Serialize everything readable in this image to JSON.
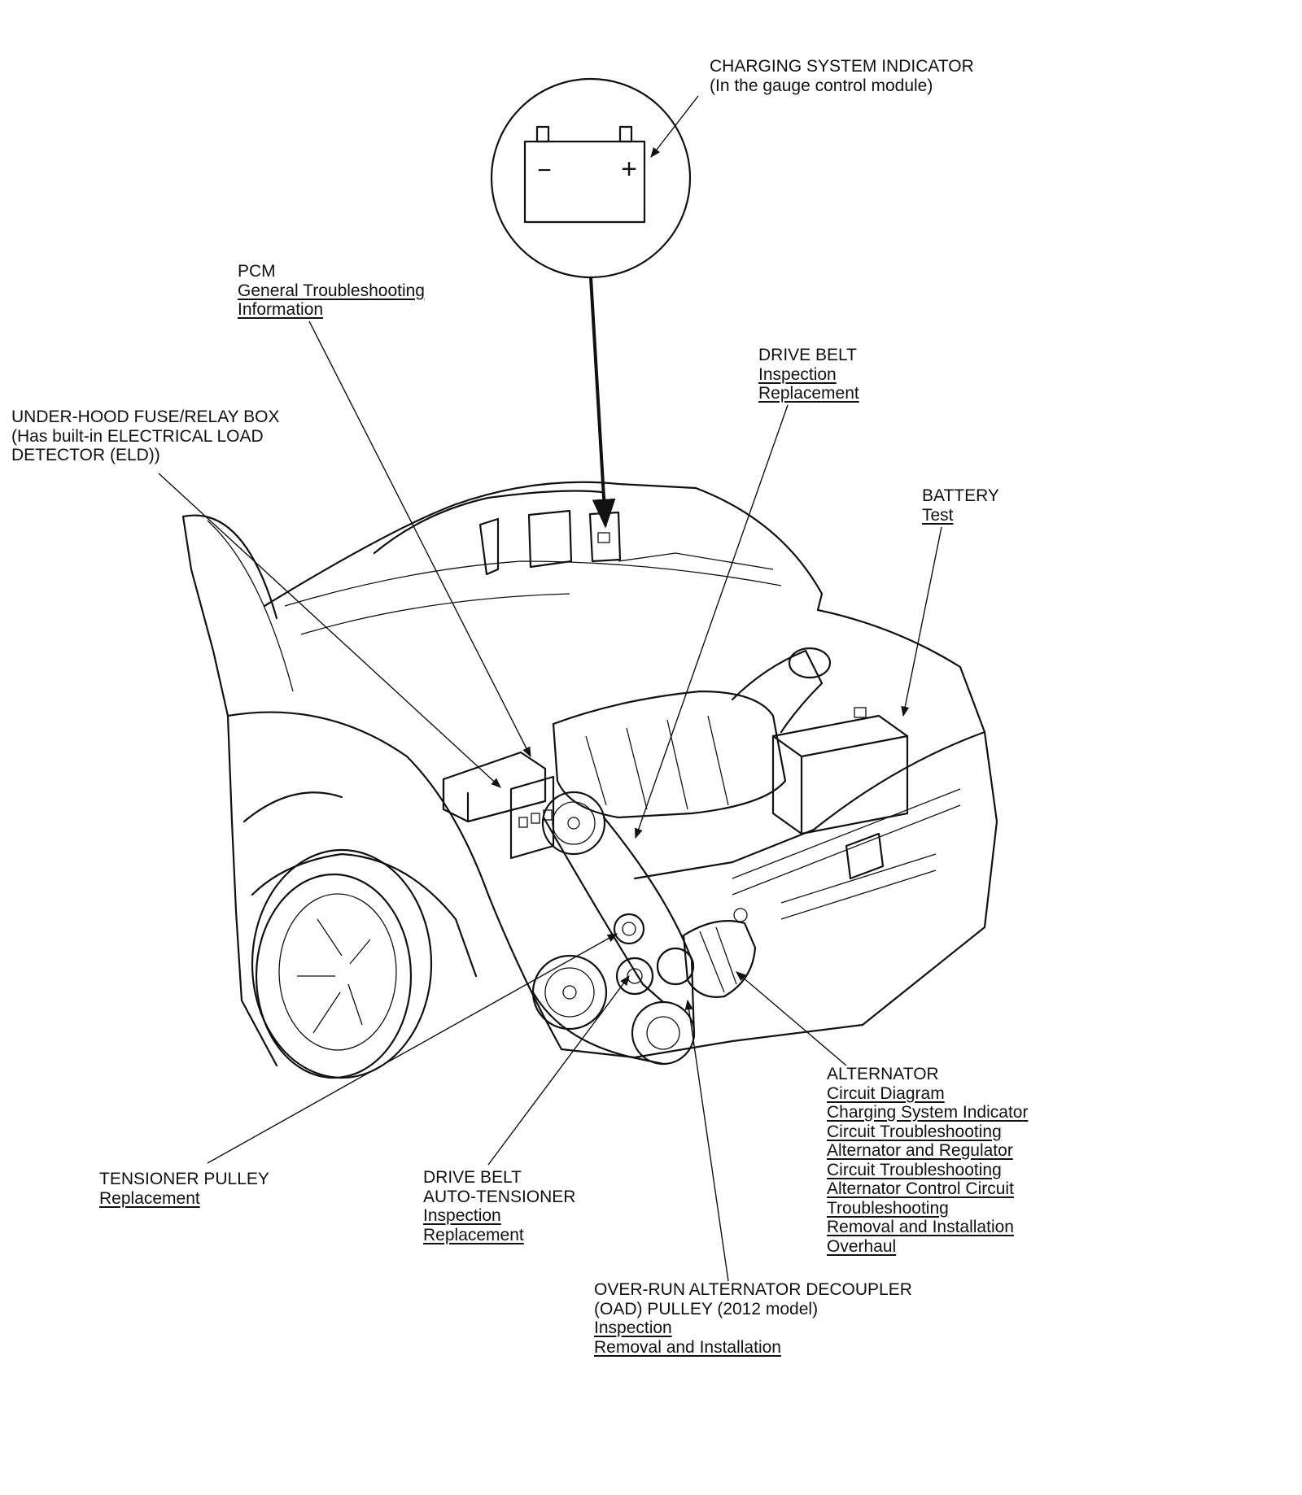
{
  "callouts": {
    "charging_indicator": {
      "lines": [
        "CHARGING SYSTEM INDICATOR",
        "(In the gauge control module)"
      ],
      "links": []
    },
    "pcm": {
      "lines": [
        "PCM"
      ],
      "links": [
        "General Troubleshooting",
        "Information"
      ]
    },
    "drive_belt_top": {
      "lines": [
        "DRIVE BELT"
      ],
      "links": [
        "Inspection",
        "Replacement"
      ]
    },
    "under_hood_fuse": {
      "lines": [
        "UNDER-HOOD FUSE/RELAY BOX",
        "(Has built-in ELECTRICAL LOAD",
        "DETECTOR (ELD))"
      ],
      "links": []
    },
    "battery": {
      "lines": [
        "BATTERY"
      ],
      "links": [
        "Test"
      ]
    },
    "alternator": {
      "lines": [
        "ALTERNATOR"
      ],
      "links": [
        "Circuit Diagram",
        "Charging System Indicator",
        "Circuit Troubleshooting",
        "Alternator and Regulator",
        "Circuit Troubleshooting",
        "Alternator Control Circuit",
        "Troubleshooting",
        "Removal and Installation",
        "Overhaul"
      ]
    },
    "tensioner_pulley": {
      "lines": [
        "TENSIONER PULLEY"
      ],
      "links": [
        "Replacement"
      ]
    },
    "auto_tensioner": {
      "lines": [
        "DRIVE BELT",
        "AUTO-TENSIONER"
      ],
      "links": [
        "Inspection",
        "Replacement"
      ]
    },
    "oad_pulley": {
      "lines": [
        "OVER-RUN ALTERNATOR DECOUPLER",
        "(OAD) PULLEY (2012 model)"
      ],
      "links": [
        "Inspection",
        "Removal and Installation"
      ]
    }
  },
  "indicator_symbols": {
    "minus": "−",
    "plus": "+"
  }
}
